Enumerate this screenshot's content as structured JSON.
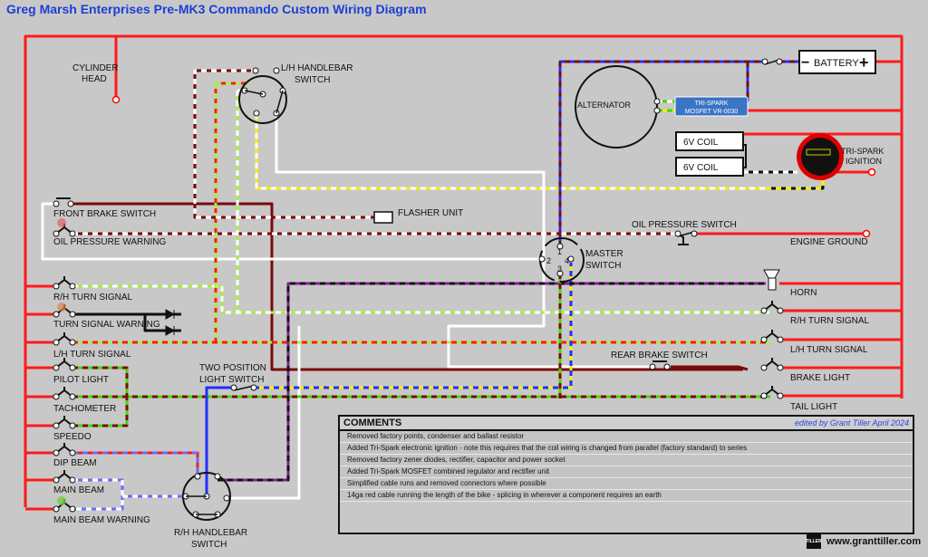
{
  "title": "Greg Marsh Enterprises Pre-MK3 Commando Custom Wiring Diagram",
  "labels": {
    "cylinder_head_1": "CYLINDER",
    "cylinder_head_2": "HEAD",
    "lh_switch_1": "L/H HANDLEBAR",
    "lh_switch_2": "SWITCH",
    "front_brake": "FRONT BRAKE SWITCH",
    "oil_warning": "OIL PRESSURE WARNING",
    "flasher": "FLASHER UNIT",
    "oil_switch": "OIL PRESSURE SWITCH",
    "engine_ground": "ENGINE GROUND",
    "master_1": "MASTER",
    "master_2": "SWITCH",
    "rh_turn_left": "R/H TURN SIGNAL",
    "turn_warning": "TURN SIGNAL WARNING",
    "lh_turn_left": "L/H TURN SIGNAL",
    "pilot": "PILOT LIGHT",
    "tacho": "TACHOMETER",
    "speedo": "SPEEDO",
    "dip": "DIP BEAM",
    "main_beam": "MAIN BEAM",
    "main_warning": "MAIN BEAM WARNING",
    "rh_switch_1": "R/H HANDLEBAR",
    "rh_switch_2": "SWITCH",
    "two_pos_1": "TWO POSITION",
    "two_pos_2": "LIGHT SWITCH",
    "horn": "HORN",
    "rh_turn_right": "R/H TURN SIGNAL",
    "lh_turn_right": "L/H TURN SIGNAL",
    "rear_brake": "REAR BRAKE SWITCH",
    "brake_light": "BRAKE LIGHT",
    "tail_light": "TAIL LIGHT",
    "alternator": "ALTERNATOR",
    "regulator_1": "TRI-SPARK",
    "regulator_2": "MOSFET VR-0030",
    "coil_1": "6V COIL",
    "coil_2": "6V COIL",
    "ignition_1": "TRI-SPARK",
    "ignition_2": "IGNITION",
    "battery": "BATTERY",
    "battery_neg": "−",
    "battery_pos": "+",
    "pin1": "1",
    "pin2": "2",
    "pin3": "3",
    "pin4": "4"
  },
  "comments": {
    "header": "COMMENTS",
    "editor": "edited by Grant Tiller April 2024",
    "rows": [
      "Removed factory points, condenser and ballast resistor",
      "Added Tri-Spark electronic ignition - note this requires that the coil wiring is changed from parallel (factory standard) to series",
      "Removed factory zener diodes, rectifier, capacitor and power socket",
      "Added Tri-Spark MOSFET combined regulator and rectifier unit",
      "Simplified cable runs and removed connectors where possible",
      "14ga red cable running the length of the bike - splicing in wherever a component requires an earth"
    ]
  },
  "footer": {
    "logo": "TILLER",
    "url": "www.granttiller.com"
  },
  "colors": {
    "earth": "#ff1a1a",
    "title": "#1a3fd6",
    "regulator": "#3a74c4",
    "background": "#c8c8c8"
  }
}
